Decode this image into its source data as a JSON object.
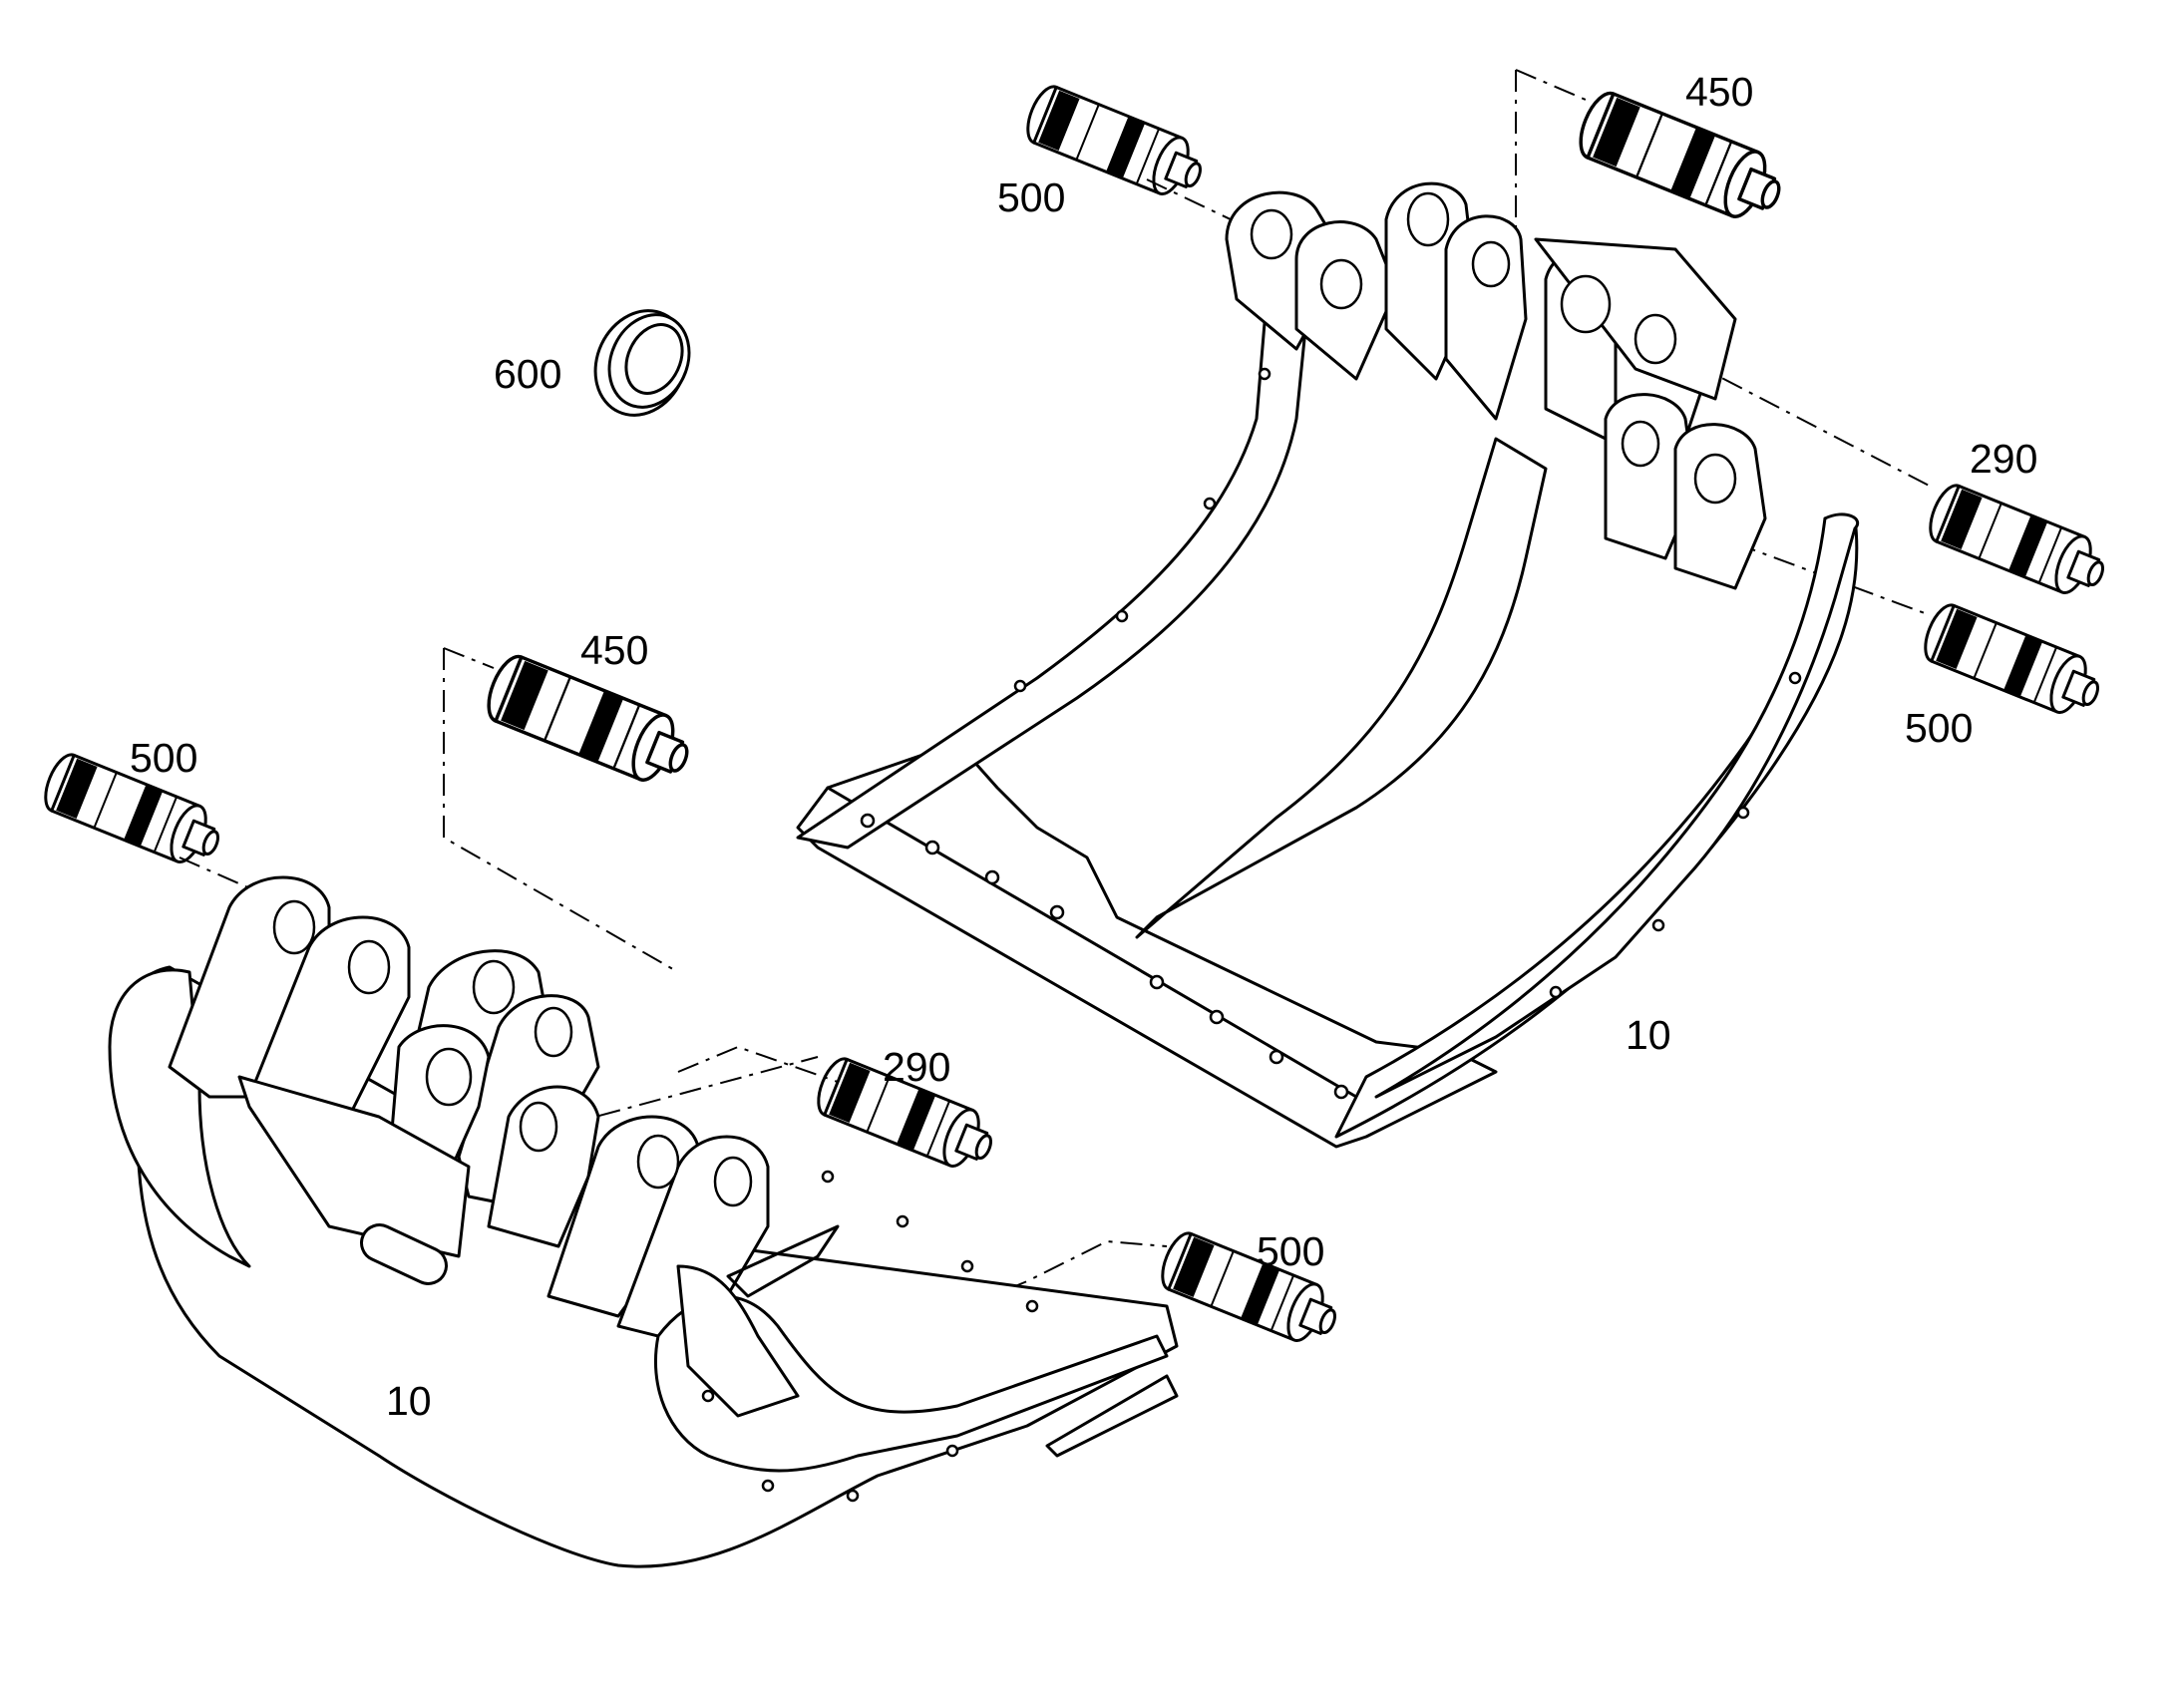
{
  "callouts": {
    "pin_500_top": "500",
    "pin_450_top": "450",
    "ring_600": "600",
    "pin_290_right": "290",
    "pin_500_right": "500",
    "bucket_10_right": "10",
    "pin_450_left": "450",
    "pin_500_left": "500",
    "pin_290_left": "290",
    "pin_500_bottom": "500",
    "bucket_10_left": "10"
  }
}
